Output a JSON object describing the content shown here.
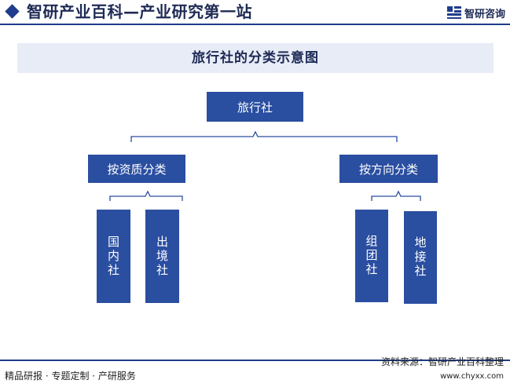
{
  "header": {
    "title": "智研产业百科—产业研究第一站",
    "brand_name": "智研咨询",
    "logo_icon": "zhiyan-logo-icon"
  },
  "banner": {
    "title": "旅行社的分类示意图"
  },
  "diagram": {
    "root": "旅行社",
    "branches": [
      {
        "label": "按资质分类",
        "children": [
          "国内社",
          "出境社"
        ]
      },
      {
        "label": "按方向分类",
        "children": [
          "组团社",
          "地接社"
        ]
      }
    ]
  },
  "footer": {
    "left": "精品研报 · 专题定制 · 产研服务",
    "source": "资料来源：智研产业百科整理",
    "url": "www.chyxx.com"
  },
  "colors": {
    "node": "#2a4ea0",
    "header_accent": "#1f3d8c",
    "banner_bg": "#e7ecf6",
    "title_text": "#1e2a55"
  }
}
